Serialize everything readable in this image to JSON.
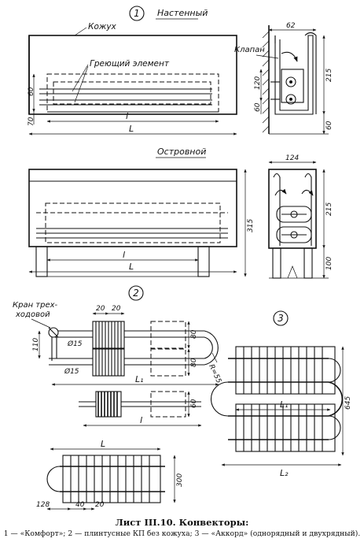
{
  "caption": {
    "sheet": "Лист III.10.",
    "title": "Конвекторы:",
    "legend": "1 — «Комфорт»; 2 — плинтусные КП без кожуха; 3 — «Аккорд» (однорядный и двухрядный)."
  },
  "fig1": {
    "number": "1",
    "wall_title": "Настенный",
    "island_title": "Островной",
    "casing_label": "Кожух",
    "element_label": "Греющий элемент",
    "valve_label": "Клапан",
    "dims": {
      "d60": "60",
      "d70": "70",
      "l": "l",
      "L": "L",
      "w62": "62",
      "h120": "120",
      "d60b": "60",
      "h215": "215",
      "h60": "60",
      "w124": "124",
      "h215b": "215",
      "h100": "100",
      "h315": "315",
      "l2": "l",
      "L2": "L"
    }
  },
  "fig2": {
    "number": "2",
    "valve_label_1": "Кран трех-",
    "valve_label_2": "ходовой",
    "dims": {
      "d20a": "20",
      "d20b": "20",
      "d110": "110",
      "phi15a": "Ø15",
      "phi15b": "Ø15",
      "d80a": "80",
      "d80b": "80",
      "r55": "R=55",
      "l1": "L₁",
      "d60": "60",
      "l": "l"
    }
  },
  "fig3": {
    "number": "3",
    "dims": {
      "L": "L",
      "d300": "300",
      "d128": "128",
      "d40": "40",
      "d20": "20",
      "l1": "L₁",
      "d645": "645",
      "l2": "L₂"
    }
  }
}
